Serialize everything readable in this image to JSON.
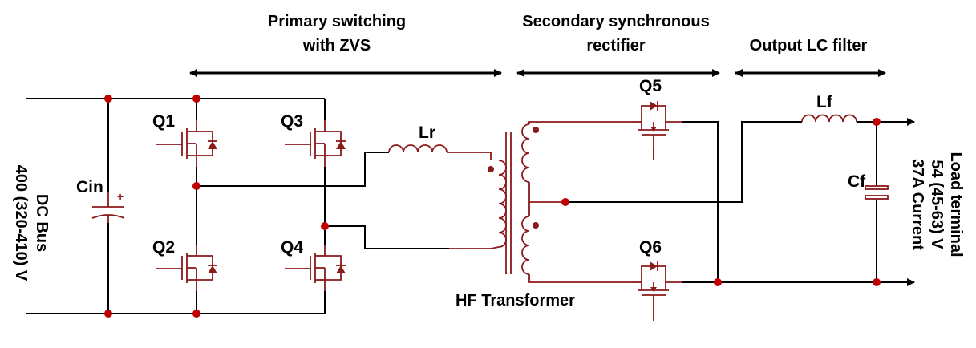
{
  "sections": {
    "primary_line1": "Primary switching",
    "primary_line2": "with ZVS",
    "secondary_line1": "Secondary synchronous",
    "secondary_line2": "rectifier",
    "filter": "Output LC filter"
  },
  "input": {
    "line1": "DC Bus",
    "line2": "400 (320-410) V"
  },
  "output": {
    "line1": "Load terminal",
    "line2": "54 (45-63) V",
    "line3": "37A Current"
  },
  "components": {
    "cin": "Cin",
    "q1": "Q1",
    "q2": "Q2",
    "q3": "Q3",
    "q4": "Q4",
    "q5": "Q5",
    "q6": "Q6",
    "lr": "Lr",
    "lf": "Lf",
    "cf": "Cf",
    "transformer": "HF Transformer"
  },
  "colors": {
    "wire": "#000000",
    "component": "#8b1a1a",
    "node": "#c00000"
  }
}
